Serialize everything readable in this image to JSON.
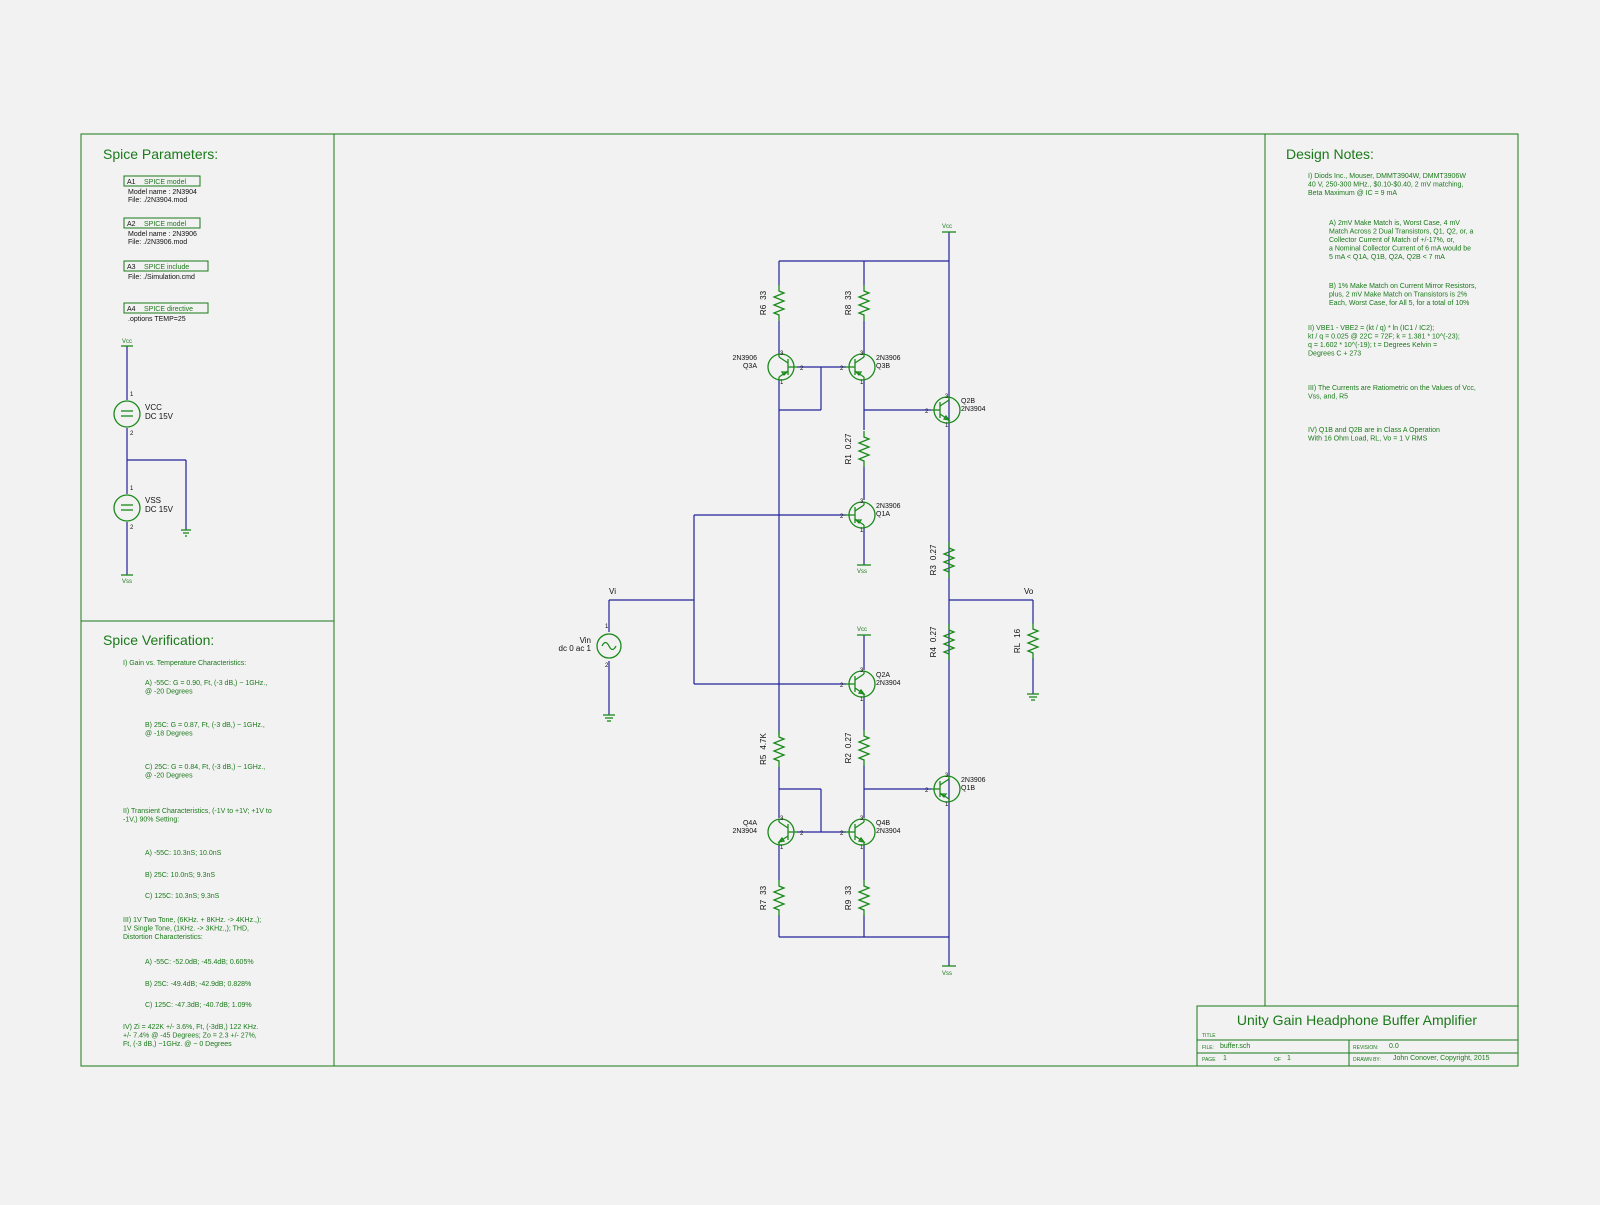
{
  "colors": {
    "frame": "#1a7a1a",
    "wire": "#22229a",
    "component": "#1a8a1a",
    "background": "#f2f2f2"
  },
  "left_panel": {
    "spice_params_title": "Spice Parameters:",
    "blocks": [
      {
        "ref": "A1",
        "kind": "SPICE model",
        "line1": "Model name : 2N3904",
        "line2": "File: ./2N3904.mod"
      },
      {
        "ref": "A2",
        "kind": "SPICE model",
        "line1": "Model name : 2N3906",
        "line2": "File: ./2N3906.mod"
      },
      {
        "ref": "A3",
        "kind": "SPICE include",
        "line1": "File: ./Simulation.cmd",
        "line2": ""
      },
      {
        "ref": "A4",
        "kind": "SPICE directive",
        "line1": ".options TEMP=25",
        "line2": ""
      }
    ],
    "supply": {
      "vcc_net": "Vcc",
      "vss_net": "Vss",
      "vcc_name": "VCC",
      "vcc_value": "DC 15V",
      "vss_name": "VSS",
      "vss_value": "DC 15V",
      "pin1": "1",
      "pin2": "2"
    },
    "verification_title": "Spice Verification:",
    "verification": [
      {
        "indent": 0,
        "lines": [
          "I) Gain vs. Temperature Characteristics:"
        ]
      },
      {
        "indent": 1,
        "lines": [
          "A) -55C: G = 0.90, Ft, (-3 dB,) ~ 1GHz.,",
          "@ -20 Degrees"
        ]
      },
      {
        "indent": 1,
        "lines": [
          "B) 25C: G = 0.87, Ft, (-3 dB,) ~ 1GHz.,",
          "@ -18 Degrees"
        ]
      },
      {
        "indent": 1,
        "lines": [
          "C) 25C: G = 0.84, Ft, (-3 dB,) ~ 1GHz.,",
          "@ -20 Degrees"
        ]
      },
      {
        "indent": 0,
        "lines": [
          "II) Transient Characteristics, (-1V to +1V; +1V to",
          "-1V,) 90% Setting:"
        ]
      },
      {
        "indent": 1,
        "lines": [
          "A) -55C: 10.3nS; 10.0nS"
        ]
      },
      {
        "indent": 1,
        "lines": [
          "B) 25C: 10.0nS; 9.3nS"
        ]
      },
      {
        "indent": 1,
        "lines": [
          "C) 125C: 10.3nS; 9.3nS"
        ]
      },
      {
        "indent": 0,
        "lines": [
          "III) 1V Two Tone, (6KHz. + 8KHz. -> 4KHz.,);",
          "1V Single Tone, (1KHz. -> 3KHz.,); THD,",
          "Distortion Characteristics:"
        ]
      },
      {
        "indent": 1,
        "lines": [
          "A) -55C: -52.0dB; -45.4dB; 0.605%"
        ]
      },
      {
        "indent": 1,
        "lines": [
          "B) 25C: -49.4dB; -42.9dB; 0.828%"
        ]
      },
      {
        "indent": 1,
        "lines": [
          "C) 125C: -47.3dB; -40.7dB; 1.09%"
        ]
      },
      {
        "indent": 0,
        "lines": [
          "IV) Zi = 422K +/- 3.6%, Ft, (-3dB,) 122 KHz.",
          "+/- 7.4% @ -45 Degrees; Zo = 2.3 +/- 27%,",
          "Ft, (-3 dB,) ~1GHz. @ ~ 0 Degrees"
        ]
      }
    ]
  },
  "right_panel": {
    "title": "Design Notes:",
    "notes": [
      {
        "indent": 0,
        "lines": [
          "I) Diods Inc., Mouser, DMMT3904W, DMMT3906W",
          "40 V, 250-300 MHz., $0.10-$0.40, 2 mV matching,",
          "Beta Maximum @ IC = 9 mA"
        ]
      },
      {
        "indent": 1,
        "lines": [
          "A) 2mV Make Match is, Worst Case, 4 mV",
          "Match Across 2 Dual Transistors, Q1, Q2, or, a",
          "Collector Current of Match of +/-17%, or,",
          "a Nominal Collector Current of 6 mA would be",
          "5 mA < Q1A, Q1B, Q2A, Q2B < 7 mA"
        ]
      },
      {
        "indent": 1,
        "lines": [
          "B) 1% Make Match on Current Mirror Resistors,",
          "plus, 2 mV Make Match on Transistors is 2%",
          "Each, Worst Case, for All 5, for a total of 10%"
        ]
      },
      {
        "indent": 0,
        "lines": [
          "II) VBE1 - VBE2 = (kt / q) * ln (IC1 / IC2);",
          "kt / q = 0.025 @ 22C = 72F; k = 1.381 * 10^(-23);",
          "q = 1.602 * 10^(-19); t = Degrees Kelvin =",
          "Degrees C + 273"
        ]
      },
      {
        "indent": 0,
        "lines": [
          "III) The Currents are Ratiometric on the Values of Vcc,",
          "Vss, and, R5"
        ]
      },
      {
        "indent": 0,
        "lines": [
          "IV) Q1B and Q2B are in Class A Operation",
          "With 16 Ohm Load, RL, Vo = 1 V RMS"
        ]
      }
    ]
  },
  "schematic": {
    "net_vcc": "Vcc",
    "net_vss": "Vss",
    "net_vi": "Vi",
    "net_vo": "Vo",
    "vin_name": "Vin",
    "vin_value": "dc 0 ac 1",
    "resistors": [
      {
        "ref": "R6",
        "value": "33"
      },
      {
        "ref": "R8",
        "value": "33"
      },
      {
        "ref": "R1",
        "value": "0.27"
      },
      {
        "ref": "R3",
        "value": "0.27"
      },
      {
        "ref": "R4",
        "value": "0.27"
      },
      {
        "ref": "RL",
        "value": "16"
      },
      {
        "ref": "R5",
        "value": "4.7K"
      },
      {
        "ref": "R2",
        "value": "0.27"
      },
      {
        "ref": "R7",
        "value": "33"
      },
      {
        "ref": "R9",
        "value": "33"
      }
    ],
    "transistors": [
      {
        "ref": "Q3A",
        "model": "2N3906"
      },
      {
        "ref": "Q3B",
        "model": "2N3906"
      },
      {
        "ref": "Q2B",
        "model": "2N3904"
      },
      {
        "ref": "Q1A",
        "model": "2N3906"
      },
      {
        "ref": "Q2A",
        "model": "2N3904"
      },
      {
        "ref": "Q1B",
        "model": "2N3906"
      },
      {
        "ref": "Q4A",
        "model": "2N3904"
      },
      {
        "ref": "Q4B",
        "model": "2N3904"
      }
    ],
    "pins": {
      "b": "2",
      "c": "3",
      "e": "1"
    }
  },
  "title_block": {
    "title": "Unity Gain Headphone Buffer Amplifier",
    "title_label": "TITLE",
    "file_label": "FILE:",
    "file": "buffer.sch",
    "revision_label": "REVISION:",
    "revision": "0.0",
    "page_label": "PAGE",
    "page": "1",
    "of_label": "OF",
    "of": "1",
    "drawn_label": "DRAWN BY:",
    "drawn": "John Conover, Copyright, 2015"
  }
}
